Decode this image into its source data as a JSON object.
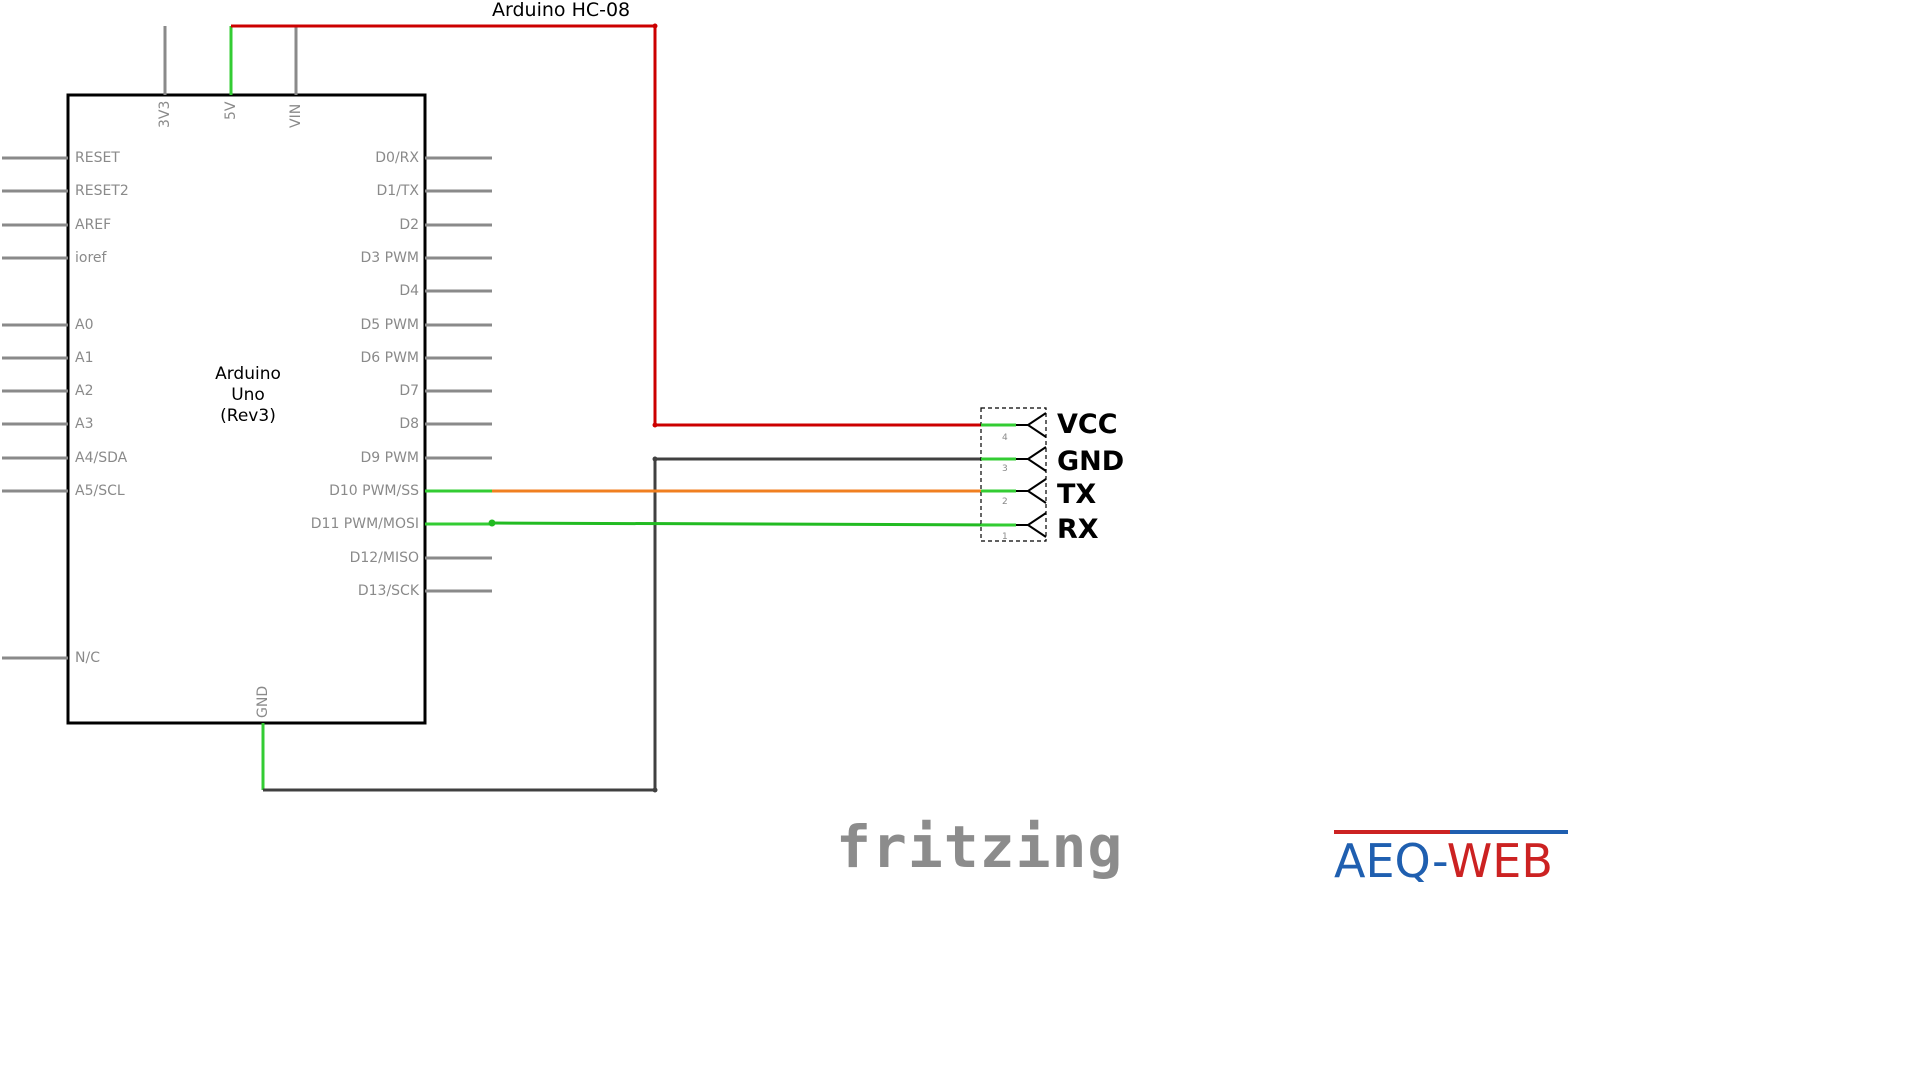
{
  "title": "Arduino HC-08",
  "board": {
    "name_lines": [
      "Arduino",
      "Uno",
      "(Rev3)"
    ],
    "top_pins": [
      "3V3",
      "5V",
      "VIN"
    ],
    "left_pins": [
      "RESET",
      "RESET2",
      "AREF",
      "ioref",
      "A0",
      "A1",
      "A2",
      "A3",
      "A4/SDA",
      "A5/SCL",
      "N/C"
    ],
    "right_pins": [
      "D0/RX",
      "D1/TX",
      "D2",
      "D3 PWM",
      "D4",
      "D5 PWM",
      "D6 PWM",
      "D7",
      "D8",
      "D9 PWM",
      "D10 PWM/SS",
      "D11 PWM/MOSI",
      "D12/MISO",
      "D13/SCK"
    ],
    "bottom_pin": "GND"
  },
  "connector": {
    "pins": [
      {
        "label": "VCC",
        "num": "4"
      },
      {
        "label": "GND",
        "num": "3"
      },
      {
        "label": "TX",
        "num": "2"
      },
      {
        "label": "RX",
        "num": "1"
      }
    ]
  },
  "wires": [
    {
      "name": "5V to VCC",
      "color": "#cc0000"
    },
    {
      "name": "GND to GND",
      "color": "#404040"
    },
    {
      "name": "D10 to TX",
      "color": "#f07f20"
    },
    {
      "name": "D11 to RX",
      "color": "#22bb22"
    }
  ],
  "colors": {
    "pin_stub": "#8a8a8a",
    "board_outline": "#000000",
    "active_pin": "#33cc33",
    "brand_blue": "#1f5fb0",
    "brand_red": "#cc2222"
  },
  "logos": {
    "fritzing": "fritzing",
    "brand_part1": "AEQ-",
    "brand_part2": "WEB"
  }
}
